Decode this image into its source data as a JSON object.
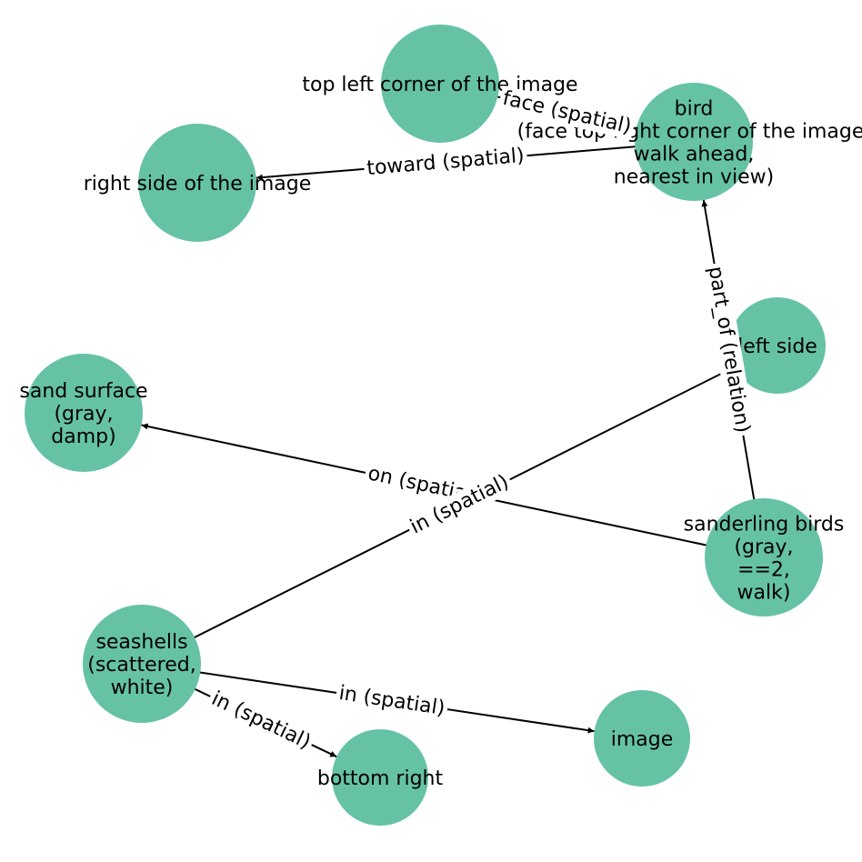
{
  "graph": {
    "node_color": "#66c2a5",
    "edge_color": "#000000",
    "nodes": [
      {
        "id": "top-left-corner",
        "lines": [
          "top left corner of the image"
        ]
      },
      {
        "id": "bird",
        "lines": [
          "bird",
          "(face top right corner of the image,",
          "walk ahead,",
          "nearest in view)"
        ]
      },
      {
        "id": "right-side",
        "lines": [
          "right side of the image"
        ]
      },
      {
        "id": "left-side",
        "lines": [
          "left side"
        ]
      },
      {
        "id": "sand-surface",
        "lines": [
          "sand surface",
          "(gray,",
          "damp)"
        ]
      },
      {
        "id": "sanderling-birds",
        "lines": [
          "sanderling birds",
          "(gray,",
          "==2,",
          "walk)"
        ]
      },
      {
        "id": "seashells",
        "lines": [
          "seashells",
          "(scattered,",
          "white)"
        ]
      },
      {
        "id": "image",
        "lines": [
          "image"
        ]
      },
      {
        "id": "bottom-right",
        "lines": [
          "bottom right"
        ]
      }
    ],
    "edges": [
      {
        "id": "bird-face-top-left",
        "source": "bird",
        "target": "top-left-corner",
        "label": "face (spatial)",
        "arrow": false
      },
      {
        "id": "bird-toward-right-side",
        "source": "bird",
        "target": "right-side",
        "label": "toward (spatial)",
        "arrow": true
      },
      {
        "id": "sanderling-part-of-bird",
        "source": "sanderling-birds",
        "target": "bird",
        "label": "part_of (relation)",
        "arrow": true
      },
      {
        "id": "sanderling-on-sand",
        "source": "sanderling-birds",
        "target": "sand-surface",
        "label": "on (spatial)",
        "arrow": true
      },
      {
        "id": "seashells-in-left-side",
        "source": "seashells",
        "target": "left-side",
        "label": "in (spatial)",
        "arrow": false
      },
      {
        "id": "seashells-in-image",
        "source": "seashells",
        "target": "image",
        "label": "in (spatial)",
        "arrow": true
      },
      {
        "id": "seashells-in-bottom-right",
        "source": "seashells",
        "target": "bottom-right",
        "label": "in (spatial)",
        "arrow": true
      }
    ]
  }
}
